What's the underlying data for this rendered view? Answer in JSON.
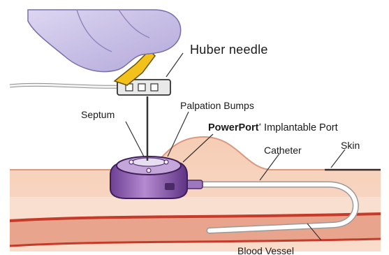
{
  "labels": {
    "huber_needle": "Huber needle",
    "septum": "Septum",
    "palpation_bumps": "Palpation Bumps",
    "powerport_name": "PowerPort",
    "powerport_mark": "*",
    "powerport_rest": " Implantable Port",
    "catheter": "Catheter",
    "skin": "Skin",
    "blood_vessel": "Blood Vessel"
  },
  "colors": {
    "skin_light": "#fbe3d6",
    "skin_mid": "#f3c2a6",
    "tissue": "#f7d4c0",
    "vessel": "#c63a2a",
    "glove": "#c8c0e6",
    "port_purple": "#8e63b0",
    "clip_yellow": "#f2c21b"
  }
}
